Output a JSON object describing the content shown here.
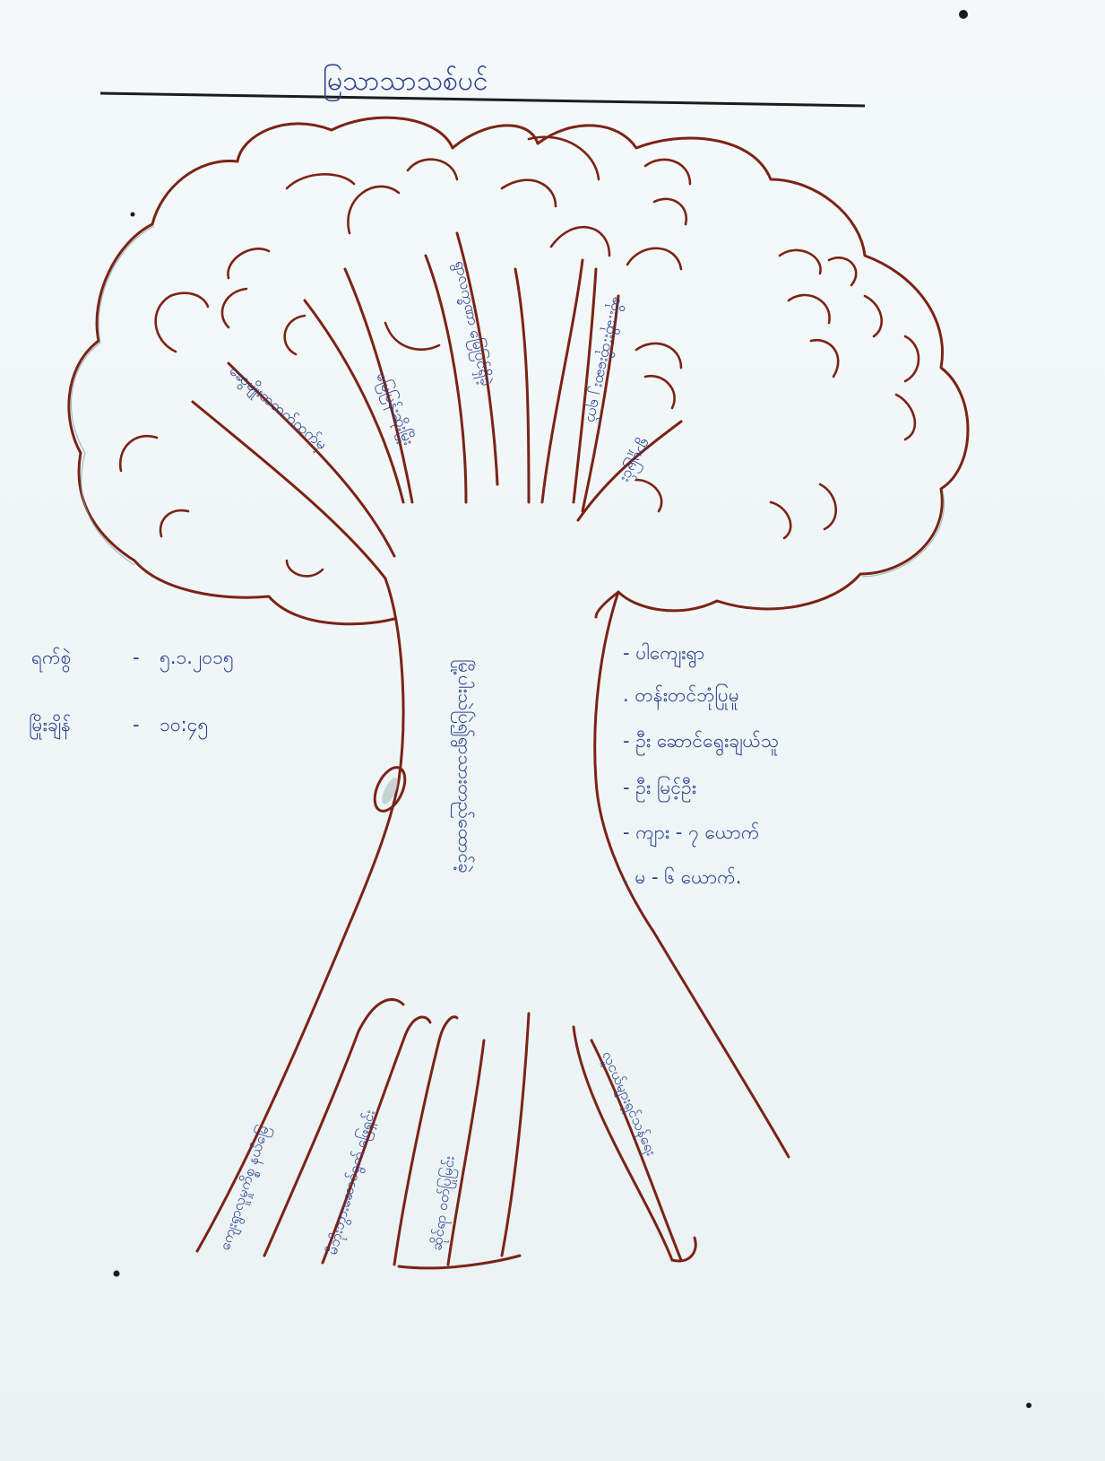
{
  "title": "မြသာသာသစ်ပင်",
  "trunk_label": "မြို့ပါးသဲပြဲ၍ရွာသားတည်ထောင်ခဲ့",
  "date": {
    "label": "ရက်စွဲ",
    "value": "၅.၁.၂၀၁၅"
  },
  "time": {
    "label": "မြိုးချိန်",
    "value": "၁၀:၄၅"
  },
  "branches": [
    "ဆွေမျိုးအထက်ထက်မှ",
    "မြေပြန်းဆိုးမြိုး",
    "ရွာလက္ခဏာ မြေပြင်ရှိခဲ့",
    "ဆိုး:ဆိုး:ထိုးဆေး၂ ရက်",
    "ရွာမှုမြင်း"
  ],
  "roots": [
    "ကျေးရွာလူမှုကိစ္စ နယ်မြေ",
    "မိဘိုးဘွားဆောင်ရွက် ဖြေရှင်း",
    "ဆိုင်ရာ ဝတ်ပြုမြင်း",
    "လူငယ်များရှင်သန်ရေး"
  ],
  "facts": [
    "- ပါကျေးရွာ",
    ". တန်းတင်ဘုံပြုမူ",
    "- ဦး ဆောင်ရွေးချယ်သူ",
    "- ဦး မြင့်ဦး",
    "- ကျား - ၇ ယောက်",
    ". မ - ၆ ယောက်."
  ],
  "colors": {
    "outline": "#7b2316",
    "ink": "#2a3e8f",
    "paper": "#f3f7f7"
  }
}
